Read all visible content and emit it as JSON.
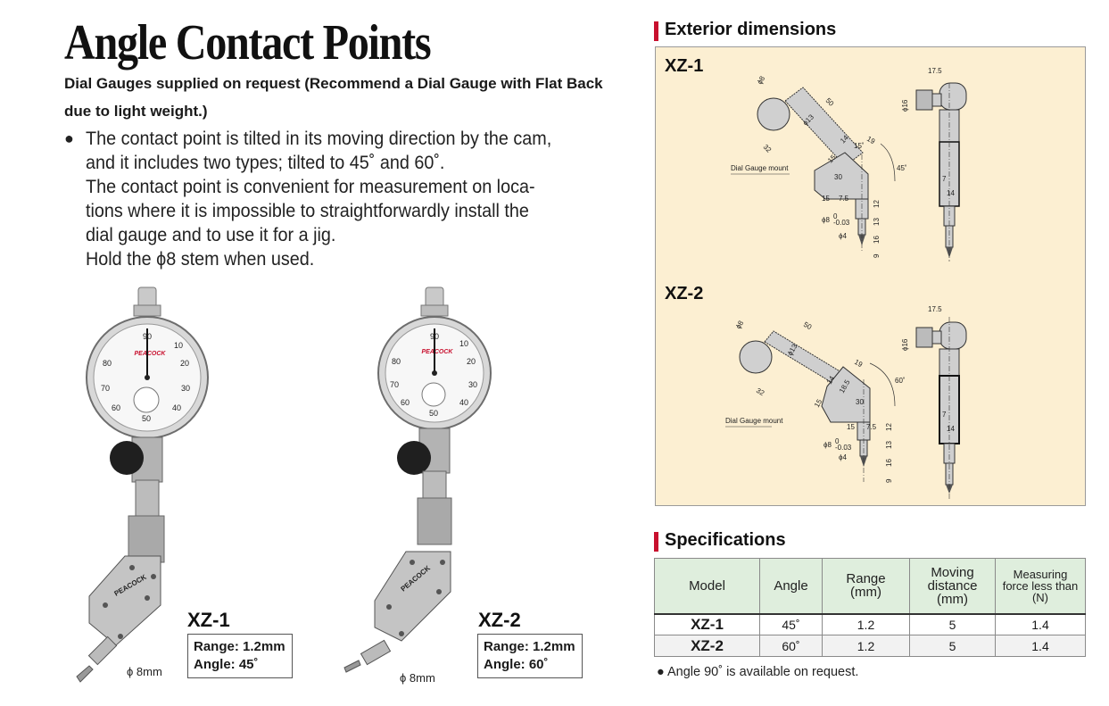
{
  "title": "Angle Contact Points",
  "subtitle": "Dial Gauges supplied on request (Recommend a Dial Gauge with Flat Back due to light weight.)",
  "bullet": {
    "marker": "●",
    "lines": [
      "The contact point is tilted in its moving direction by the cam,",
      "and it includes two types; tilted to 45˚ and 60˚.",
      "The contact point is convenient for measurement on loca-",
      "tions where it is impossible to straightforwardly install the",
      "dial gauge and to use it for a jig.",
      "Hold the  ϕ8 stem when used."
    ]
  },
  "products": [
    {
      "name": "XZ-1",
      "range": "Range: 1.2mm",
      "angle": "Angle:  45˚",
      "stem": "ϕ 8mm",
      "brand": "PEACOCK",
      "dial": [
        "90",
        "10",
        "80",
        "20",
        "70",
        "30",
        "60",
        "40",
        "50"
      ]
    },
    {
      "name": "XZ-2",
      "range": "Range: 1.2mm",
      "angle": "Angle:  60˚",
      "stem": "ϕ 8mm",
      "brand": "PEACOCK",
      "dial": [
        "90",
        "10",
        "80",
        "20",
        "70",
        "30",
        "60",
        "40",
        "50"
      ]
    }
  ],
  "exterior": {
    "heading": "Exterior dimensions",
    "drawings": [
      {
        "model": "XZ-1",
        "angle_label": "45˚",
        "mount": "Dial Gauge mount"
      },
      {
        "model": "XZ-2",
        "angle_label": "60˚",
        "mount": "Dial Gauge mount"
      }
    ],
    "dims": {
      "d8": "ϕ8",
      "d13": "ϕ13",
      "len50": "50",
      "len32": "32",
      "len19": "19",
      "len14": "14",
      "len15": "15",
      "len15b": "15",
      "len30": "30",
      "len7_5": "7.5",
      "len12": "12",
      "len13": "13",
      "len16": "16",
      "len9": "9",
      "d8tol": "ϕ8",
      "tol_top": "0",
      "tol_bot": "-0.03",
      "d4": "ϕ4",
      "len17_5": "17.5",
      "d16": "ϕ16",
      "len7": "7",
      "len14b": "14",
      "len18_5": "18.5"
    }
  },
  "specifications": {
    "heading": "Specifications",
    "columns": [
      {
        "line1": "Model",
        "line2": ""
      },
      {
        "line1": "Angle",
        "line2": ""
      },
      {
        "line1": "Range",
        "line2": "(mm)"
      },
      {
        "line1": "Moving distance",
        "line2": "(mm)"
      },
      {
        "line1": "Measuring force less than",
        "line2": "(N)"
      }
    ],
    "rows": [
      {
        "model": "XZ-1",
        "angle": "45˚",
        "range": "1.2",
        "moving": "5",
        "force": "1.4"
      },
      {
        "model": "XZ-2",
        "angle": "60˚",
        "range": "1.2",
        "moving": "5",
        "force": "1.4"
      }
    ],
    "note": "● Angle 90˚ is available on request."
  },
  "colors": {
    "accent": "#c8102e",
    "panel": "#fcefd2",
    "table_header": "#dfeedd"
  }
}
